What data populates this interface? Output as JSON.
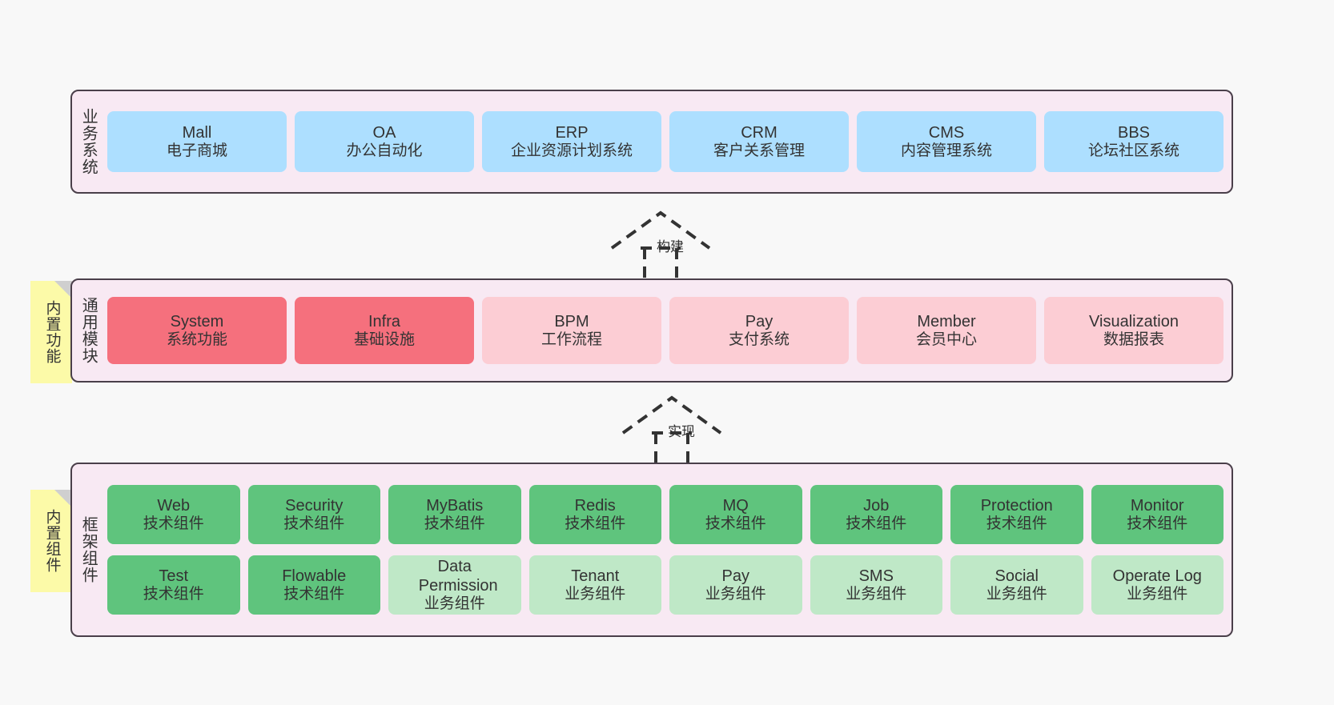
{
  "diagram": {
    "title": "",
    "background": "#f8f8f8",
    "colors": {
      "layer_fill": "#f8e9f3",
      "layer_border": "#4a3f4a",
      "business": "#addfff",
      "module_core": "#f5707d",
      "module_optional": "#fccdd4",
      "tech_component": "#5fc47d",
      "biz_component": "#bfe8c7",
      "sticky": "#fcfaa8"
    }
  },
  "layers": [
    {
      "id": "business-systems",
      "title": "业务系统",
      "nodes": [
        {
          "en": "Mall",
          "cn": "电子商城"
        },
        {
          "en": "OA",
          "cn": "办公自动化"
        },
        {
          "en": "ERP",
          "cn": "企业资源计划系统"
        },
        {
          "en": "CRM",
          "cn": "客户关系管理"
        },
        {
          "en": "CMS",
          "cn": "内容管理系统"
        },
        {
          "en": "BBS",
          "cn": "论坛社区系统"
        }
      ]
    },
    {
      "id": "common-modules",
      "title": "通用模块",
      "sticky": "内置功能",
      "nodes": [
        {
          "en": "System",
          "cn": "系统功能",
          "style": "red"
        },
        {
          "en": "Infra",
          "cn": "基础设施",
          "style": "red"
        },
        {
          "en": "BPM",
          "cn": "工作流程",
          "style": "pink"
        },
        {
          "en": "Pay",
          "cn": "支付系统",
          "style": "pink"
        },
        {
          "en": "Member",
          "cn": "会员中心",
          "style": "pink"
        },
        {
          "en": "Visualization",
          "cn": "数据报表",
          "style": "pink"
        }
      ]
    },
    {
      "id": "framework-components",
      "title": "框架组件",
      "sticky": "内置组件",
      "rows": [
        [
          {
            "en": "Web",
            "cn": "技术组件",
            "style": "green"
          },
          {
            "en": "Security",
            "cn": "技术组件",
            "style": "green"
          },
          {
            "en": "MyBatis",
            "cn": "技术组件",
            "style": "green"
          },
          {
            "en": "Redis",
            "cn": "技术组件",
            "style": "green"
          },
          {
            "en": "MQ",
            "cn": "技术组件",
            "style": "green"
          },
          {
            "en": "Job",
            "cn": "技术组件",
            "style": "green"
          },
          {
            "en": "Protection",
            "cn": "技术组件",
            "style": "green"
          },
          {
            "en": "Monitor",
            "cn": "技术组件",
            "style": "green"
          }
        ],
        [
          {
            "en": "Test",
            "cn": "技术组件",
            "style": "green"
          },
          {
            "en": "Flowable",
            "cn": "技术组件",
            "style": "green"
          },
          {
            "en": "Data Permission",
            "cn": "业务组件",
            "style": "lightgreen"
          },
          {
            "en": "Tenant",
            "cn": "业务组件",
            "style": "lightgreen"
          },
          {
            "en": "Pay",
            "cn": "业务组件",
            "style": "lightgreen"
          },
          {
            "en": "SMS",
            "cn": "业务组件",
            "style": "lightgreen"
          },
          {
            "en": "Social",
            "cn": "业务组件",
            "style": "lightgreen"
          },
          {
            "en": "Operate Log",
            "cn": "业务组件",
            "style": "lightgreen"
          }
        ]
      ]
    }
  ],
  "connectors": [
    {
      "id": "build",
      "label": "构建",
      "from": "common-modules",
      "to": "business-systems"
    },
    {
      "id": "implement",
      "label": "实现",
      "from": "framework-components",
      "to": "common-modules"
    }
  ]
}
